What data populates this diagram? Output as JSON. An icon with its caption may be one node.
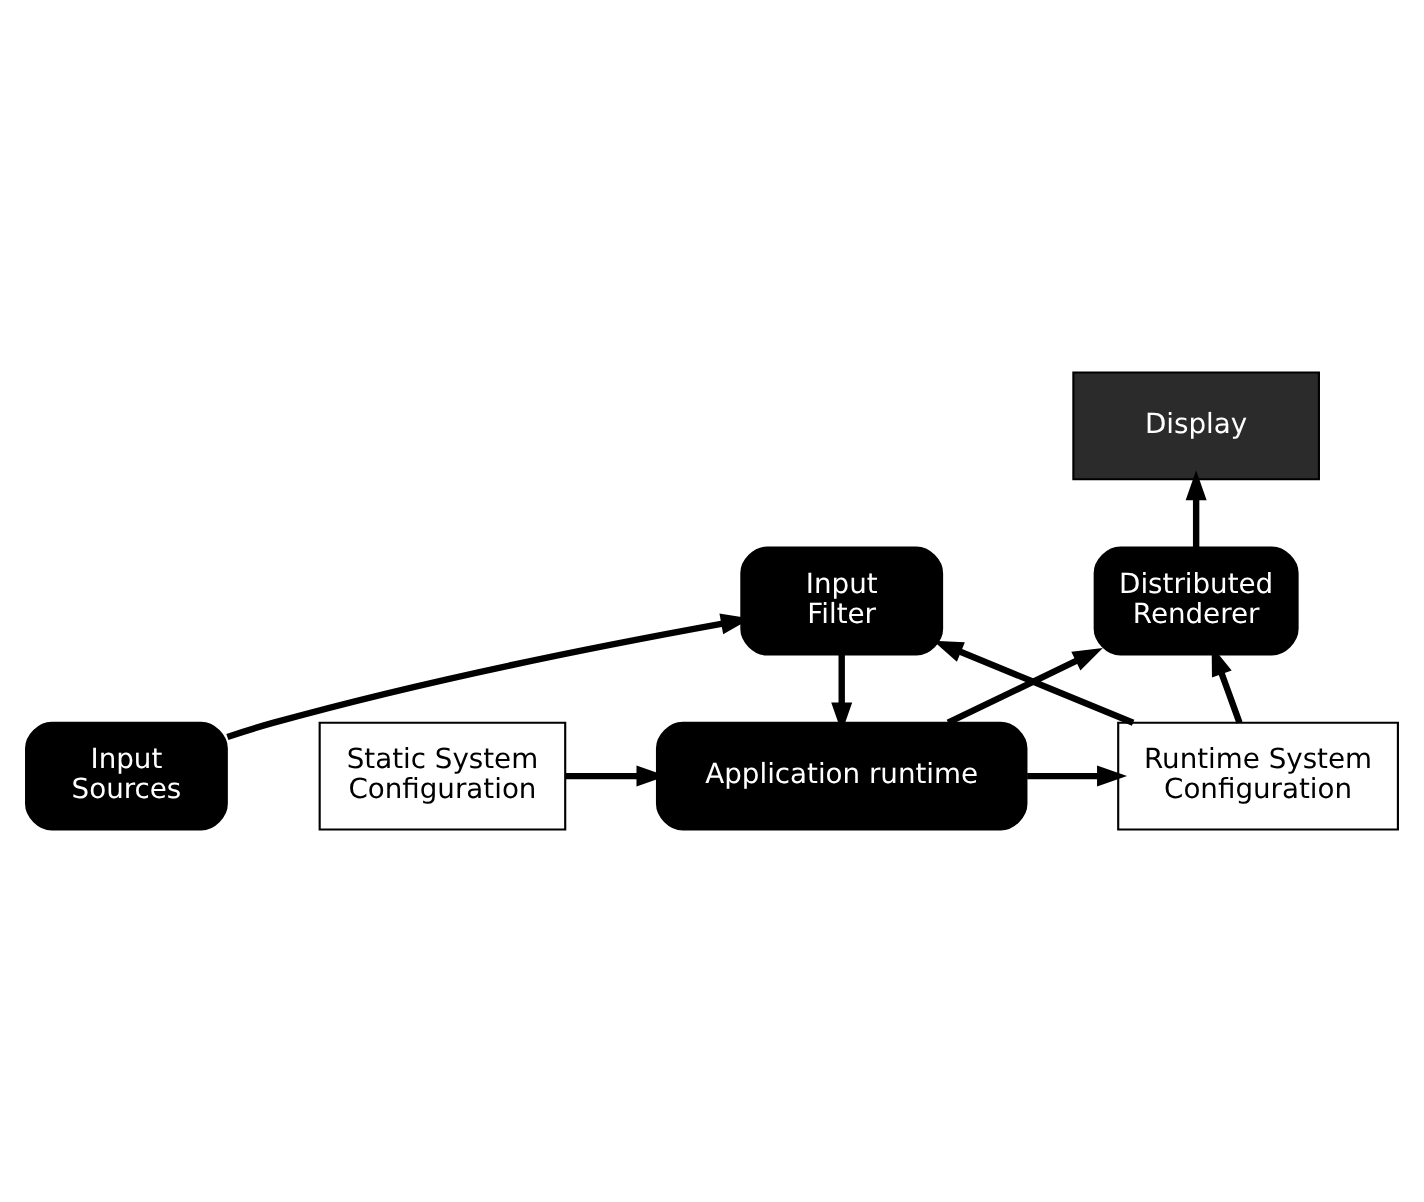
{
  "diagram": {
    "nodes": [
      {
        "text": [
          "Display"
        ]
      },
      {
        "text": [
          "Distributed Renderer"
        ]
      },
      {
        "text": [
          "Static System Configuration"
        ]
      },
      {
        "text": [
          "Application runtime"
        ]
      },
      {
        "text": [
          "Runtime System Configuration"
        ]
      },
      {
        "text": [
          "Input Filter"
        ]
      },
      {
        "text": [
          "Input Sources"
        ]
      }
    ],
    "edges": [
      {
        "from": 1,
        "to": 0,
        "arrow": "to"
      },
      {
        "from": 3,
        "to": 1,
        "arrow": "to"
      },
      {
        "from": 4,
        "to": 1,
        "arrow": "to"
      },
      {
        "from": 2,
        "to": 3,
        "arrow": "to"
      },
      {
        "from": 3,
        "to": 4,
        "arrow": "to"
      },
      {
        "from": 5,
        "to": 3,
        "arrow": "to"
      },
      {
        "from": 4,
        "to": 5,
        "arrow": "to"
      },
      {
        "from": 6,
        "to": 5,
        "arrow": "to"
      }
    ]
  }
}
